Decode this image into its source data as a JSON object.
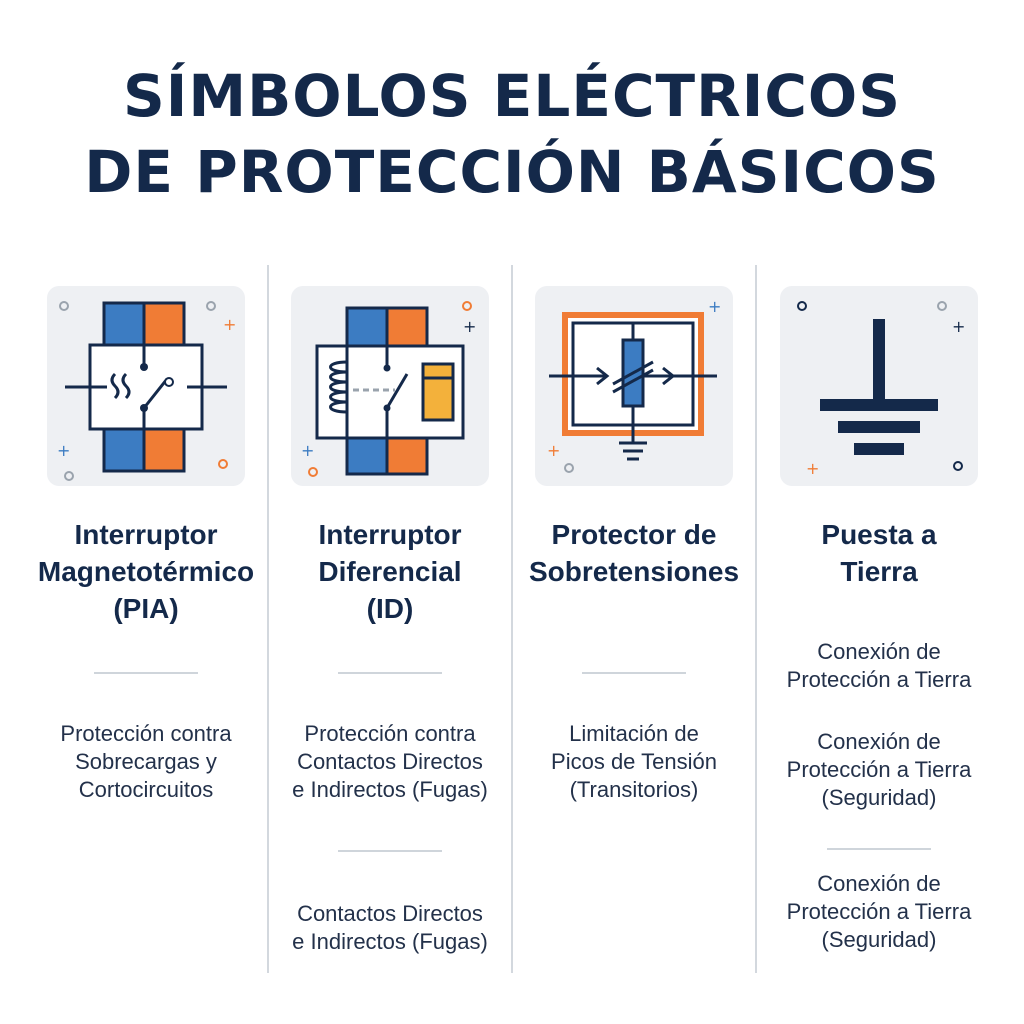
{
  "title": {
    "line1": "SÍMBOLOS ELÉCTRICOS",
    "line2": "DE PROTECCIÓN BÁSICOS"
  },
  "colors": {
    "navy": "#14294a",
    "blue": "#3c7cc2",
    "orange": "#f07c35",
    "yellow": "#f3b13b",
    "card": "#eef0f3"
  },
  "columns": [
    {
      "icon": "circuit-breaker-icon",
      "name": [
        "Interruptor",
        "Magnetotérmico",
        "(PIA)"
      ],
      "descriptions": [
        [
          "Protección contra",
          "Sobrecargas y",
          "Cortocircuitos"
        ]
      ]
    },
    {
      "icon": "residual-current-device-icon",
      "name": [
        "Interruptor",
        "Diferencial",
        "(ID)"
      ],
      "descriptions": [
        [
          "Protección contra",
          "Contactos Directos",
          "e Indirectos (Fugas)"
        ],
        [
          "Contactos Directos",
          "e Indirectos (Fugas)"
        ]
      ]
    },
    {
      "icon": "surge-protector-icon",
      "name": [
        "Protector de",
        "Sobretensiones"
      ],
      "descriptions": [
        [
          "Limitación de",
          "Picos de Tensión",
          "(Transitorios)"
        ]
      ]
    },
    {
      "icon": "ground-symbol-icon",
      "name": [
        "Puesta a",
        "Tierra"
      ],
      "descriptions": [
        [
          "Conexión de",
          "Protección a Tierra"
        ],
        [
          "Conexión de",
          "Protección a Tierra",
          "(Seguridad)"
        ],
        [
          "Conexión de",
          "Protección a Tierra",
          "(Seguridad)"
        ]
      ]
    }
  ]
}
